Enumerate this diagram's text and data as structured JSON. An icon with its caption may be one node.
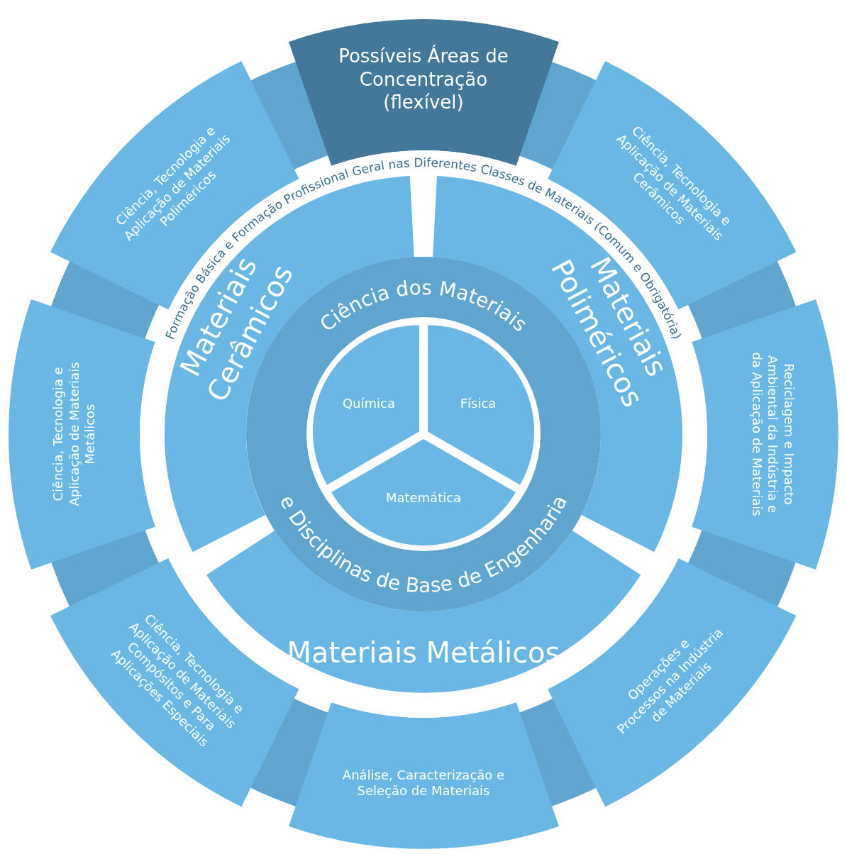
{
  "diagram": {
    "nodes": [
      {
        "text": [
          "Possíveis Áreas de Concentração (flexível)"
        ]
      },
      {
        "text": [
          "Ciência, Tecnologia e Aplicação de Materiais Cerâmicos"
        ]
      },
      {
        "text": [
          "Reciclagem e Impacto Ambiental da Indústria e da Aplicação de Materiais"
        ]
      },
      {
        "text": [
          "Operações e Processos na Indústria de Materiais"
        ]
      },
      {
        "text": [
          "Análise, Caracterização e Seleção de Materiais"
        ]
      },
      {
        "text": [
          "Ciência, Tecnologia e Aplicação de Materiais Compósitos e Para Aplicações Especiais"
        ]
      },
      {
        "text": [
          "Ciência, Tecnologia e Aplicação de Materiais Metálicos"
        ]
      },
      {
        "text": [
          "Ciência, Tecnologia e Aplicação de Materiais Poliméricos"
        ]
      },
      {
        "text": [
          "Formação Básica e Formação Profissional Geral nas Diferentes Classes de Materiais (Comum e Obrigatória)"
        ]
      },
      {
        "text": [
          "Materiais Cerâmicos"
        ],
        "in": 8
      },
      {
        "text": [
          "Materiais Poliméricos"
        ],
        "in": 8
      },
      {
        "text": [
          "Materiais Metálicos"
        ],
        "in": 8
      },
      {
        "text": [
          "Ciência dos Materiais",
          "e Disciplinas de Base de Engenharia"
        ],
        "in": 8
      },
      {
        "text": [
          "Química"
        ],
        "in": 12
      },
      {
        "text": [
          "Física"
        ],
        "in": 12
      },
      {
        "text": [
          "Matemática"
        ],
        "in": 12
      }
    ]
  }
}
